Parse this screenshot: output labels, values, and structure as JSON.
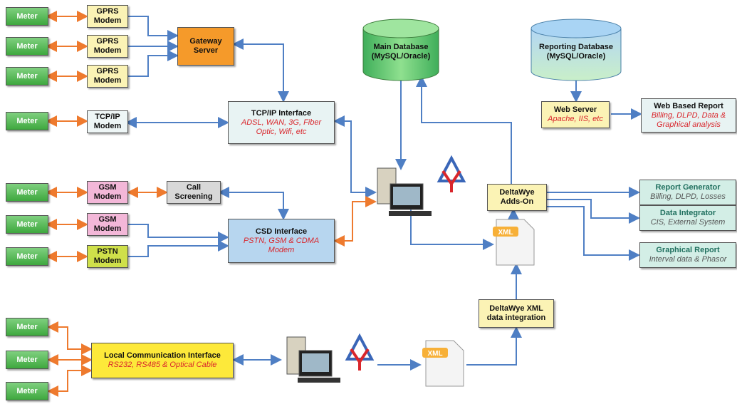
{
  "meter_label": "Meter",
  "modems": {
    "gprs": [
      "GPRS",
      "Modem"
    ],
    "tcpip": [
      "TCP/IP",
      "Modem"
    ],
    "gsm": [
      "GSM",
      "Modem"
    ],
    "pstn": [
      "PSTN",
      "Modem"
    ]
  },
  "gateway": [
    "Gateway",
    "Server"
  ],
  "tcp_interface": {
    "title": "TCP/IP Interface",
    "sub": [
      "ADSL, WAN, 3G, Fiber",
      "Optic, Wifi, etc"
    ]
  },
  "call_screening": [
    "Call",
    "Screening"
  ],
  "csd_interface": {
    "title": "CSD Interface",
    "sub": [
      "PSTN, GSM & CDMA",
      "Modem"
    ]
  },
  "local_interface": {
    "title": "Local Communication Interface",
    "sub": "RS232, RS485 & Optical Cable"
  },
  "main_db": [
    "Main Database",
    "(MySQL/Oracle)"
  ],
  "reporting_db": [
    "Reporting Database",
    "(MySQL/Oracle)"
  ],
  "web_server": {
    "title": "Web Server",
    "sub": "Apache, IIS, etc"
  },
  "web_report": {
    "title": "Web Based Report",
    "sub": [
      "Billing, DLPD, Data &",
      "Graphical analysis"
    ]
  },
  "addon": [
    "DeltaWye",
    "Adds-On"
  ],
  "xml_integration": [
    "DeltaWye XML",
    "data integration"
  ],
  "xml_label": "XML",
  "outputs": [
    {
      "title": "Report Generator",
      "sub": "Billing, DLPD, Losses"
    },
    {
      "title": "Data Integrator",
      "sub": "CIS, External System"
    },
    {
      "title": "Graphical Report",
      "sub": "Interval data & Phasor"
    }
  ],
  "colors": {
    "blue_arrow": "#4f7fc4",
    "orange_arrow": "#ee7a2e",
    "teal_box": "#d3eee6",
    "teal_title": "#1f6f5e"
  }
}
